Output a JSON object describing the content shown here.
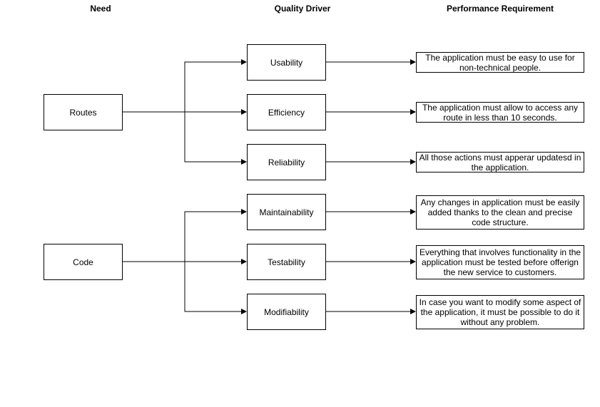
{
  "headers": {
    "need": "Need",
    "quality_driver": "Quality Driver",
    "performance_requirement": "Performance Requirement"
  },
  "needs": {
    "routes": "Routes",
    "code": "Code"
  },
  "drivers": {
    "usability": "Usability",
    "efficiency": "Efficiency",
    "reliability": "Reliability",
    "maintainability": "Maintainability",
    "testability": "Testability",
    "modifiability": "Modifiability"
  },
  "requirements": {
    "usability": "The application must be easy to use for non-technical people.",
    "efficiency": "The application must allow to access any route in less than 10 seconds.",
    "reliability": "All those actions must apperar updatesd in the application.",
    "maintainability": "Any changes in application must be easily added thanks to the clean and precise code structure.",
    "testability": "Everything that involves functionality in the application must be tested before offerign the new service to customers.",
    "modifiability": "In case you want to modify some aspect of the application, it must be possible to do it without any problem."
  }
}
